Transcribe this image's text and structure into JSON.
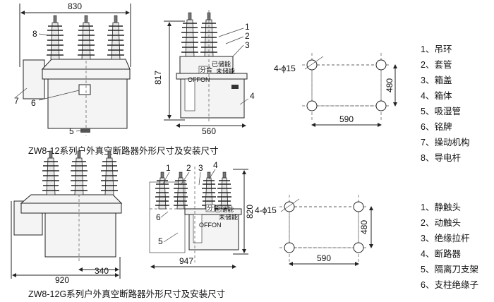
{
  "top": {
    "front_view": {
      "width": "830",
      "labels": [
        "8",
        "7",
        "6",
        "5"
      ]
    },
    "side_view": {
      "height": "817",
      "width": "560",
      "labels": [
        "1",
        "2",
        "3",
        "4"
      ],
      "panel": {
        "energy_stored": "已储能",
        "not_stored": "未储能",
        "off_on": "OFFON",
        "badge": "分合"
      }
    },
    "mount": {
      "holes": "4-ϕ15",
      "vert": "480",
      "horiz": "590"
    },
    "caption": "ZW8-12系列户外真空断路器外形尺寸及安装尺寸",
    "legend": [
      "1、吊环",
      "2、套管",
      "3、箱盖",
      "4、箱体",
      "5、吸湿管",
      "6、铭牌",
      "7、操动机构",
      "8、导电杆"
    ]
  },
  "bottom": {
    "front_view": {
      "width": "920",
      "sub_width": "340"
    },
    "side_view": {
      "height": "820",
      "width": "947",
      "labels": [
        "1",
        "2",
        "3",
        "4",
        "6",
        "5"
      ],
      "panel": {
        "energy_stored": "已储能",
        "not_stored": "未储能",
        "off_on": "OFFON",
        "badge": "分合"
      }
    },
    "mount": {
      "holes": "4-ϕ15",
      "vert": "480",
      "horiz": "590"
    },
    "caption": "ZW8-12G系列户外真空断路器外形尺寸及安装尺寸",
    "legend": [
      "1、静触头",
      "2、动触头",
      "3、绝缘拉杆",
      "4、断路器",
      "5、隔离刀支架",
      "6、支柱绝缘子"
    ]
  }
}
